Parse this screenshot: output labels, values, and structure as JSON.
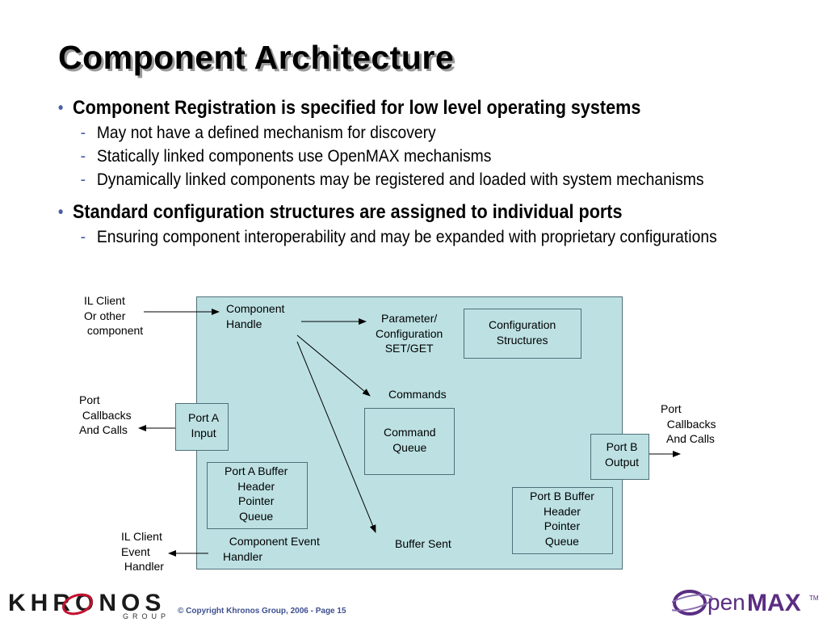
{
  "slide": {
    "title": "Component Architecture",
    "bullets": [
      {
        "text": "Component Registration is specified for low level operating systems",
        "sub": [
          "May not have a defined mechanism for discovery",
          "Statically linked components use OpenMAX mechanisms",
          "Dynamically linked components may be registered and loaded with system mechanisms"
        ]
      },
      {
        "text": "Standard configuration structures are assigned to individual ports",
        "sub": [
          "Ensuring component interoperability and may be expanded with proprietary configurations"
        ]
      }
    ],
    "bullet_symbol": "•",
    "dash_symbol": "-"
  },
  "diagram": {
    "il_client_other": "IL Client\nOr other\n component",
    "component_handle": "Component\nHandle",
    "param_config": "Parameter/\nConfiguration\nSET/GET",
    "config_structures": "Configuration\nStructures",
    "commands": "Commands",
    "command_queue": "Command\nQueue",
    "port_callbacks_left": "Port\n Callbacks\nAnd Calls",
    "port_a_input": "Port A\nInput",
    "port_a_buffer": "Port A Buffer\nHeader\nPointer\nQueue",
    "port_b_output": "Port B\nOutput",
    "port_callbacks_right": "Port\n  Callbacks\n  And Calls",
    "port_b_buffer": "Port B Buffer\nHeader\nPointer\nQueue",
    "il_client_event_handler": "IL Client\nEvent\n Handler",
    "component_event_handler": "  Component Event\nHandler",
    "buffer_sent": "Buffer Sent"
  },
  "footer": {
    "copyright": "© Copyright Khronos Group, 2006 - Page 15",
    "khronos_logo_text": "KHRONOS",
    "khronos_group_text": "GROUP",
    "openmax_logo_text": "OpenMAX",
    "tm": "™"
  },
  "colors": {
    "diagram_fill": "#bde1e3",
    "diagram_border": "#4f6f78",
    "bullet_accent": "#4a5fa8",
    "openmax_purple": "#5a2d82",
    "copyright_blue": "#3d4f8f"
  }
}
